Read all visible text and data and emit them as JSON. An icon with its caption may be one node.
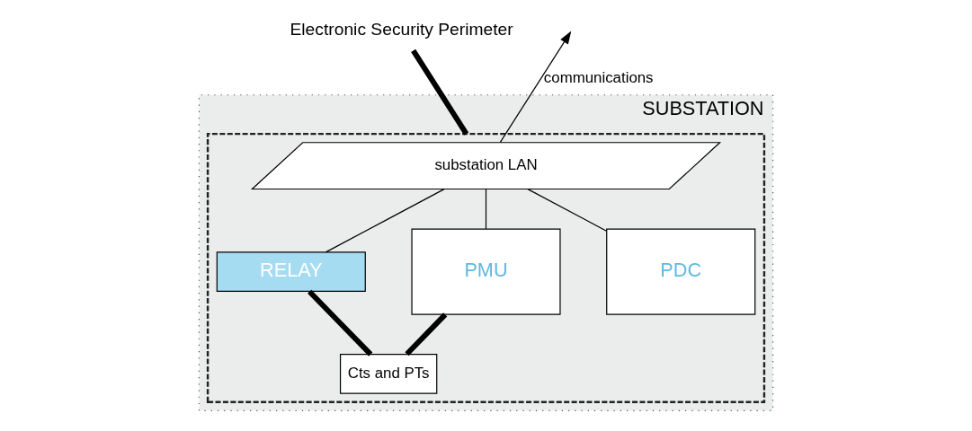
{
  "diagram": {
    "nodes": [
      {
        "text": [
          "Electronic Security Perimeter"
        ]
      },
      {
        "text": [
          "SUBSTATION"
        ]
      },
      {
        "text": [],
        "shape": "box",
        "in": 1
      },
      {
        "text": [
          "substation LAN"
        ],
        "in": 2
      },
      {
        "text": [
          "RELAY"
        ],
        "in": 2
      },
      {
        "text": [
          "PMU"
        ],
        "in": 2
      },
      {
        "text": [
          "PDC"
        ],
        "in": 2
      },
      {
        "text": [
          "Cts and PTs"
        ],
        "in": 2
      }
    ],
    "edges": [
      {
        "from": 3,
        "to": null,
        "arrow": "to",
        "label": "communications"
      },
      {
        "from": 0,
        "to": 2,
        "arrow": "none",
        "style": "thick"
      },
      {
        "from": 3,
        "to": 4,
        "arrow": "none"
      },
      {
        "from": 3,
        "to": 5,
        "arrow": "none"
      },
      {
        "from": 3,
        "to": 6,
        "arrow": "none"
      },
      {
        "from": 4,
        "to": 7,
        "arrow": "none",
        "style": "thick"
      },
      {
        "from": 7,
        "to": 5,
        "arrow": "none",
        "style": "thick"
      }
    ]
  }
}
